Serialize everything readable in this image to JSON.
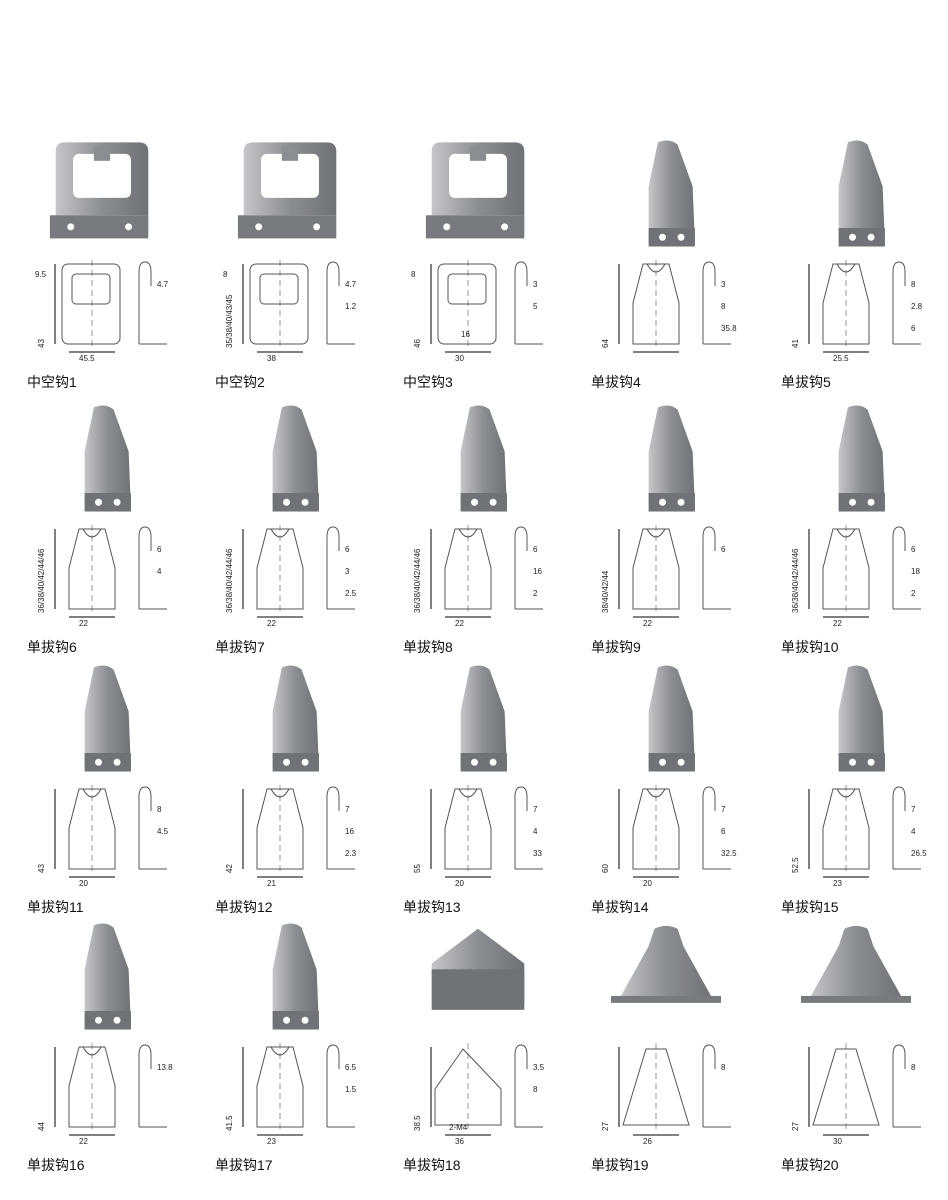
{
  "colors": {
    "metal": "#8a8d91",
    "metal_light": "#c4c6c9",
    "line": "#555555",
    "caption": "#111111"
  },
  "items": [
    {
      "name": "中空钩1",
      "type": "frame",
      "dims": {
        "height": "43",
        "top": "9.5",
        "width": "45.5",
        "side": [
          "4.7"
        ]
      }
    },
    {
      "name": "中空钩2",
      "type": "frame",
      "dims": {
        "height": "35/38/40/43/45",
        "top": "8",
        "width": "38",
        "side": [
          "4.7",
          "1.2"
        ]
      }
    },
    {
      "name": "中空钩3",
      "type": "frame2",
      "dims": {
        "height": "46",
        "top": "8",
        "width": "30",
        "inner": "16",
        "side": [
          "3",
          "5"
        ]
      }
    },
    {
      "name": "单拔钩4",
      "type": "hook-slot",
      "dims": {
        "height": "64",
        "width": "",
        "side": [
          "3",
          "8",
          "35.8"
        ]
      }
    },
    {
      "name": "单拔钩5",
      "type": "hook-wide",
      "dims": {
        "height": "41",
        "width": "25.5",
        "side": [
          "8",
          "2.8",
          "6"
        ]
      }
    },
    {
      "name": "单拔钩6",
      "type": "hook",
      "dims": {
        "height": "36/38/40/42/44/46",
        "width": "22",
        "side": [
          "6",
          "4"
        ]
      }
    },
    {
      "name": "单拔钩7",
      "type": "hook",
      "dims": {
        "height": "36/38/40/42/44/46",
        "width": "22",
        "side": [
          "6",
          "3",
          "2.5"
        ]
      }
    },
    {
      "name": "单拔钩8",
      "type": "hook",
      "dims": {
        "height": "36/38/40/42/44/46",
        "width": "22",
        "side": [
          "6",
          "16",
          "2"
        ]
      }
    },
    {
      "name": "单拔钩9",
      "type": "hook",
      "dims": {
        "height": "38/40/42/44",
        "width": "22",
        "side": [
          "6"
        ]
      }
    },
    {
      "name": "单拔钩10",
      "type": "hook",
      "dims": {
        "height": "36/38/40/42/44/46",
        "width": "22",
        "side": [
          "6",
          "18",
          "2"
        ]
      }
    },
    {
      "name": "单拔钩11",
      "type": "hook",
      "dims": {
        "height": "43",
        "width": "20",
        "side": [
          "8",
          "4.5"
        ]
      }
    },
    {
      "name": "单拔钩12",
      "type": "hook",
      "dims": {
        "height": "42",
        "width": "21",
        "side": [
          "7",
          "16",
          "2.3"
        ]
      }
    },
    {
      "name": "单拔钩13",
      "type": "hook-slot",
      "dims": {
        "height": "55",
        "width": "20",
        "side": [
          "7",
          "4",
          "33"
        ]
      }
    },
    {
      "name": "单拔钩14",
      "type": "hook-slot",
      "dims": {
        "height": "60",
        "width": "20",
        "side": [
          "7",
          "6",
          "32.5"
        ]
      }
    },
    {
      "name": "单拔钩15",
      "type": "hook-slot",
      "dims": {
        "height": "52.5",
        "width": "23",
        "side": [
          "7",
          "4",
          "26.5"
        ]
      }
    },
    {
      "name": "单拔钩16",
      "type": "hook",
      "dims": {
        "height": "44",
        "width": "22",
        "side": [
          "13.8"
        ]
      }
    },
    {
      "name": "单拔钩17",
      "type": "plate",
      "dims": {
        "height": "41.5",
        "width": "23",
        "side": [
          "6.5",
          "1.5"
        ]
      }
    },
    {
      "name": "单拔钩18",
      "type": "plate-wide",
      "dims": {
        "height": "38.5",
        "width": "36",
        "hole": "2-M4",
        "side": [
          "3.5",
          "8"
        ]
      }
    },
    {
      "name": "单拔钩19",
      "type": "fan",
      "dims": {
        "height": "27",
        "width": "26",
        "side": [
          "8"
        ]
      }
    },
    {
      "name": "单拔钩20",
      "type": "fan",
      "dims": {
        "height": "27",
        "width": "30",
        "side": [
          "8"
        ]
      }
    }
  ]
}
